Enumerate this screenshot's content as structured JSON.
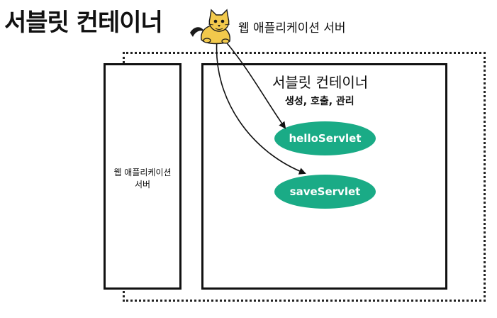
{
  "title": "서블릿 컨테이너",
  "server_label": "웹 애플리케이션 서버",
  "left_box": {
    "label": "웹 애플리케이션\n서버"
  },
  "container": {
    "title": "서블릿 컨테이너",
    "subtitle": "생성, 호출, 관리"
  },
  "servlets": [
    "helloServlet",
    "saveServlet"
  ],
  "colors": {
    "servlet_fill": "#1aab86",
    "text": "#111111",
    "tomcat_body": "#f2c94c",
    "tomcat_outline": "#1a1a1a"
  },
  "icon": "tomcat-cat-icon"
}
